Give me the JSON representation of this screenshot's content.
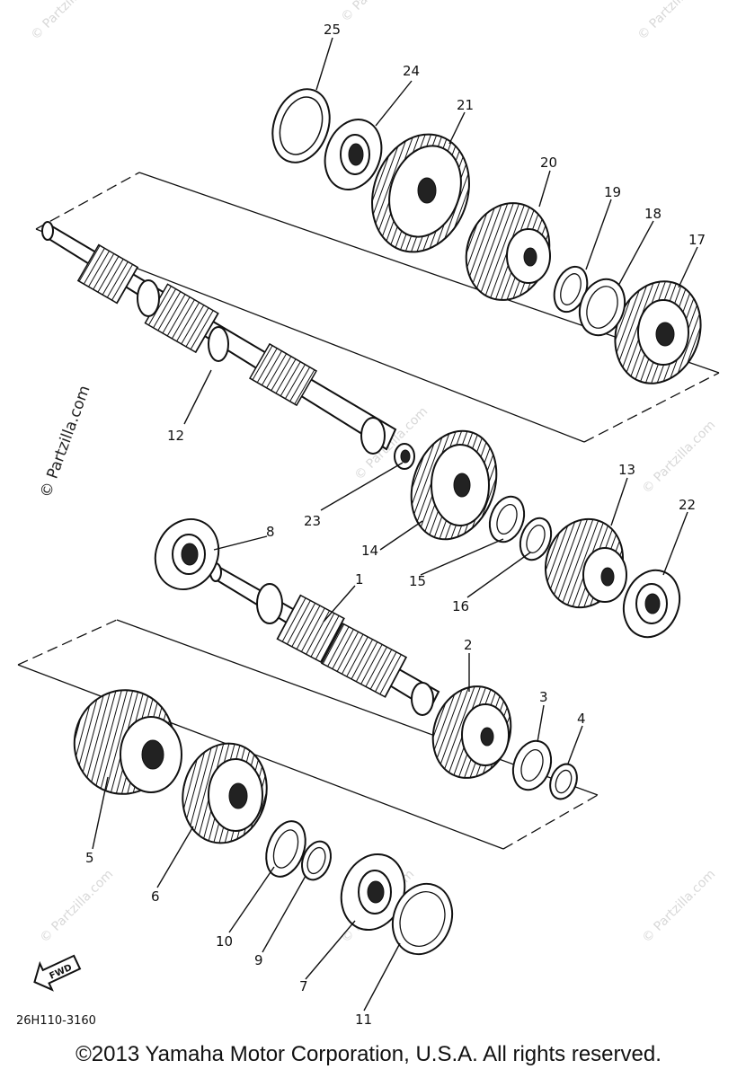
{
  "diagram": {
    "part_labels": [
      "1",
      "2",
      "3",
      "4",
      "5",
      "6",
      "7",
      "8",
      "9",
      "10",
      "11",
      "12",
      "13",
      "14",
      "15",
      "16",
      "17",
      "18",
      "19",
      "20",
      "21",
      "22",
      "23",
      "24",
      "25"
    ],
    "fwd_label": "FWD",
    "drawing_code": "26H110-3160",
    "watermark": "© Partzilla.com"
  },
  "footer": {
    "copyright": "©2013 Yamaha Motor Corporation, U.S.A. All rights reserved."
  }
}
